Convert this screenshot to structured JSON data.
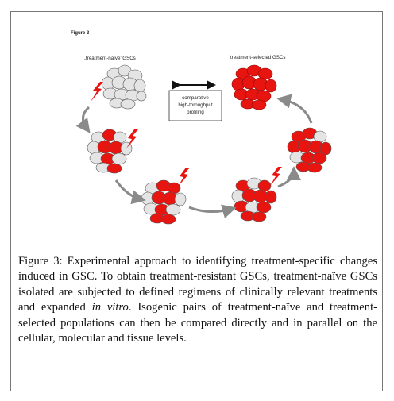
{
  "figure": {
    "small_label": "Figure 3",
    "naive_label": "„treatment-naïve’ GSCs",
    "selected_label": "treatment-selected GSCs",
    "box_lines": [
      "comparative",
      "high-throughput",
      "profiling"
    ],
    "colors": {
      "red": "#e8140f",
      "grey": "#d7d7d7",
      "arrow": "#8a8a8a",
      "bolt": "#e8140f"
    }
  },
  "caption": {
    "title": "Figure 3:",
    "part1": " Experimental approach to identifying treatment-specific changes induced in GSC. To obtain treatment-resistant GSCs, treatment-naïve GSCs isolated are subjected to defined regimens of clinically relevant treatments and expanded ",
    "italic": "in vitro",
    "part2": ". Isogenic pairs of treatment-naïve and treatment-selected populations can then be compared directly and in parallel on the cellular, molecular and tissue levels."
  }
}
